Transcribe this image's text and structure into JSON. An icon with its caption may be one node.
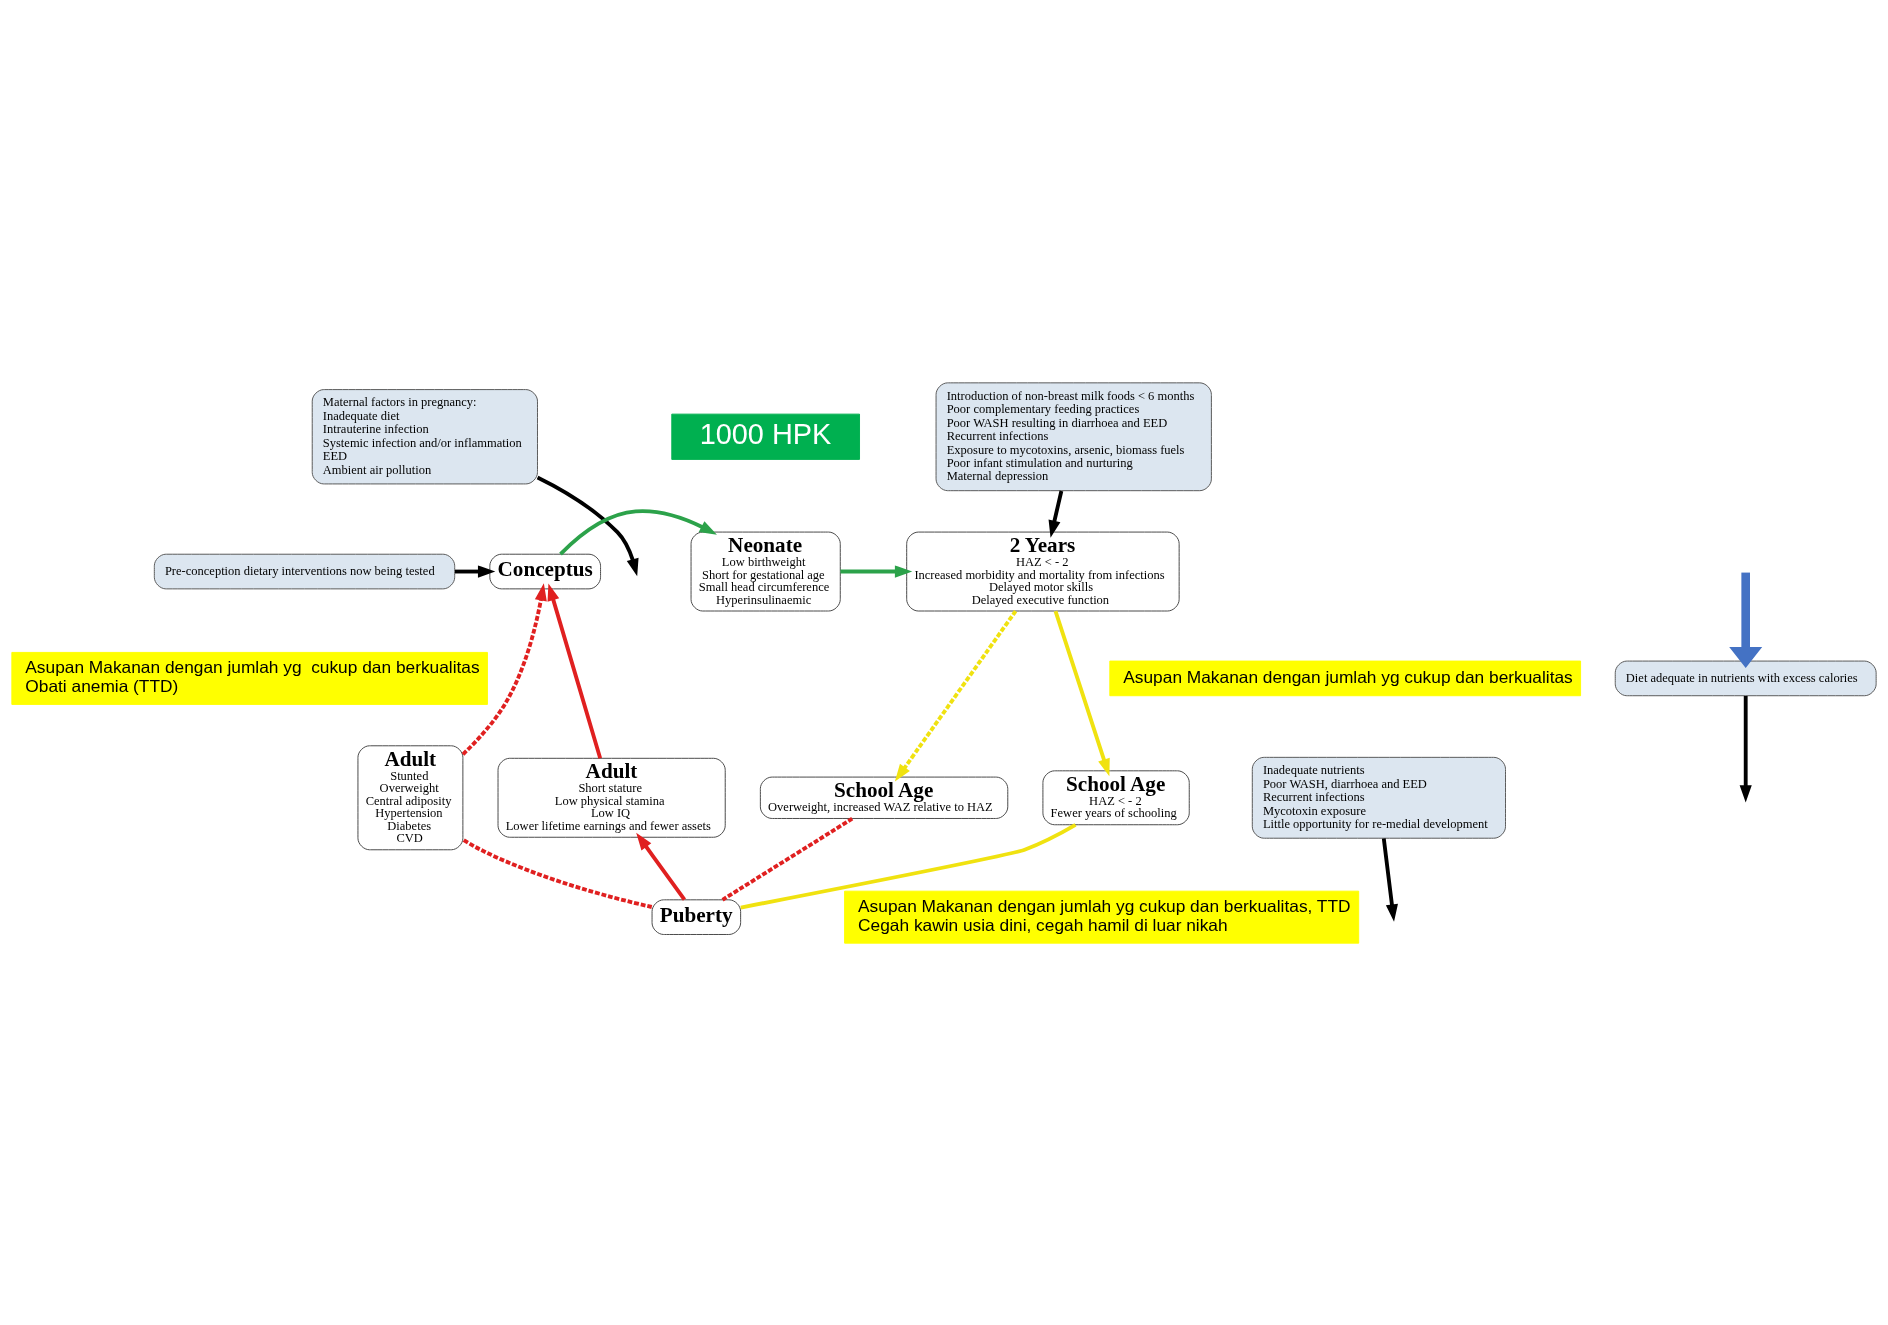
{
  "diagram": {
    "nodes": [
      {
        "text": [
          "Maternal factors in pregnancy:",
          "Inadequate diet",
          "Intrauterine infection",
          "Systemic infection and/or inflammation",
          "EED",
          "Ambient air pollution"
        ]
      },
      {
        "text": [
          "Conceptus"
        ]
      },
      {
        "text": [
          "Neonate",
          "Low birthweight",
          "Short for gestational age",
          "Small head circumference",
          "Hyperinsulinaemic"
        ]
      },
      {
        "text": [
          "1000 HPK"
        ]
      },
      {
        "text": [
          "2 Years",
          "HAZ < - 2",
          "Increased morbidity and mortality from infections",
          "Delayed motor skills",
          "Delayed executive function"
        ]
      },
      {
        "text": [
          "Introduction of non-breast milk foods < 6 months",
          "Poor complementary feeding practices",
          "Poor WASH resulting in diarrhoea and EED",
          "Recurrent infections",
          "Exposure to mycotoxins, arsenic, biomass fuels",
          "Poor infant stimulation and nurturing",
          "Maternal depression"
        ]
      },
      {
        "text": [
          "Pre-conception dietary interventions now being tested"
        ]
      },
      {
        "text": [
          "Asupan Makanan dengan jumlah yg  cukup dan berkualitas",
          "Obati anemia (TTD)"
        ]
      },
      {
        "text": [
          "Diet adequate in nutrients with excess calories"
        ]
      },
      {
        "text": [
          "Asupan Makanan dengan jumlah yg cukup dan berkualitas"
        ]
      },
      {
        "text": [
          "Inadequate nutrients",
          "Poor WASH, diarrhoea and EED",
          "Recurrent infections",
          "Mycotoxin exposure",
          "Little opportunity for re-medial development"
        ]
      },
      {
        "text": [
          "Adult",
          "Stunted",
          "Overweight",
          "Central adiposity",
          "Hypertension",
          "Diabetes",
          "CVD"
        ]
      },
      {
        "text": [
          "School Age",
          "Overweight, increased WAZ relative to HAZ"
        ]
      },
      {
        "text": [
          "Adult",
          "Short stature",
          "Low physical stamina",
          "Low IQ",
          "Lower lifetime earnings and fewer assets"
        ]
      },
      {
        "text": [
          "School Age",
          "HAZ < - 2",
          "Fewer years of schooling"
        ]
      },
      {
        "text": [
          "Puberty"
        ]
      },
      {
        "text": [
          "Asupan Makanan dengan jumlah yg cukup dan berkualitas, TTD",
          "Cegah kawin usia dini, cegah hamil di luar nikah"
        ]
      }
    ],
    "edges": [
      {
        "from": 1,
        "to": 2,
        "arrow": "to",
        "color": "#2ca24a"
      },
      {
        "from": 2,
        "to": 4,
        "arrow": "to",
        "color": "#2ca24a"
      },
      {
        "from": 4,
        "to": 14,
        "arrow": "to",
        "color": "#f0e210"
      },
      {
        "from": 4,
        "to": 12,
        "arrow": "to",
        "style": "dashed",
        "color": "#f0e210"
      },
      {
        "from": 14,
        "to": 15,
        "arrow": "none",
        "color": "#f0e210"
      },
      {
        "from": 15,
        "to": 13,
        "arrow": "to",
        "color": "#e02020"
      },
      {
        "from": 13,
        "to": 1,
        "arrow": "to",
        "color": "#e02020"
      },
      {
        "from": 12,
        "to": 15,
        "arrow": "none",
        "style": "dashed",
        "color": "#e02020"
      },
      {
        "from": 15,
        "to": 11,
        "arrow": "none",
        "style": "dashed",
        "color": "#e02020"
      },
      {
        "from": 11,
        "to": 1,
        "arrow": "to",
        "style": "dashed",
        "color": "#e02020"
      },
      {
        "from": 0,
        "to": null,
        "arrow": "to",
        "color": "#000000"
      },
      {
        "from": 5,
        "to": 4,
        "arrow": "to",
        "color": "#000000"
      },
      {
        "from": 6,
        "to": 1,
        "arrow": "to",
        "color": "#000000"
      },
      {
        "from": 8,
        "to": null,
        "arrow": "to",
        "color": "#000000"
      },
      {
        "from": 10,
        "to": null,
        "arrow": "to",
        "color": "#000000"
      },
      {
        "from": null,
        "to": 8,
        "arrow": "to",
        "style": "thick",
        "color": "#4472c4"
      }
    ]
  }
}
